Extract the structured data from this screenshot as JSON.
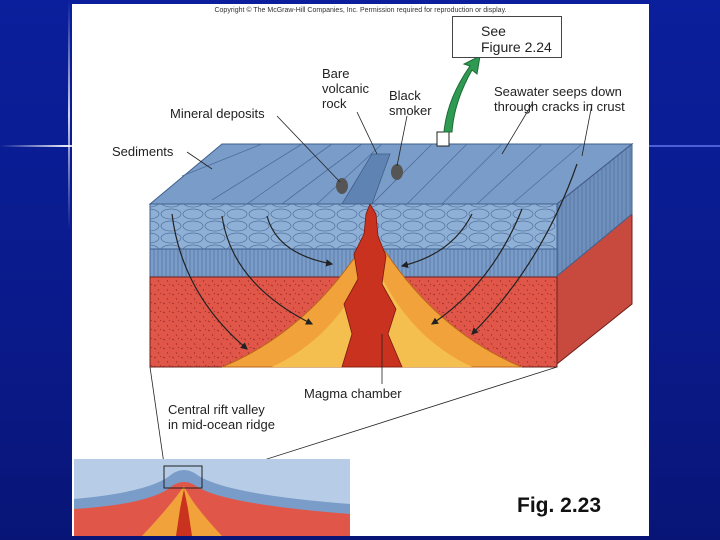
{
  "slide": {
    "copyright": "Copyright © The McGraw-Hill Companies, Inc. Permission required for reproduction or display.",
    "figure_label": "Fig. 2.23"
  },
  "labels": {
    "see_line1": "See",
    "see_line2": "Figure 2.24",
    "bare_volcanic_rock_1": "Bare",
    "bare_volcanic_rock_2": "volcanic",
    "bare_volcanic_rock_3": "rock",
    "black_smoker_1": "Black",
    "black_smoker_2": "smoker",
    "seawater_1": "Seawater seeps down",
    "seawater_2": "through cracks in crust",
    "mineral_deposits": "Mineral deposits",
    "sediments": "Sediments",
    "magma_chamber": "Magma chamber",
    "rift_valley_1": "Central rift valley",
    "rift_valley_2": "in mid-ocean ridge"
  },
  "colors": {
    "crust_top": "#7a9cc8",
    "crust_pillow": "#8fb0d6",
    "mantle_red": "#e0574a",
    "magma_orange": "#f2a23a",
    "magma_core": "#c8321e",
    "callout_arrow": "#2e9a52",
    "slide_background": "#0a1a8a"
  }
}
